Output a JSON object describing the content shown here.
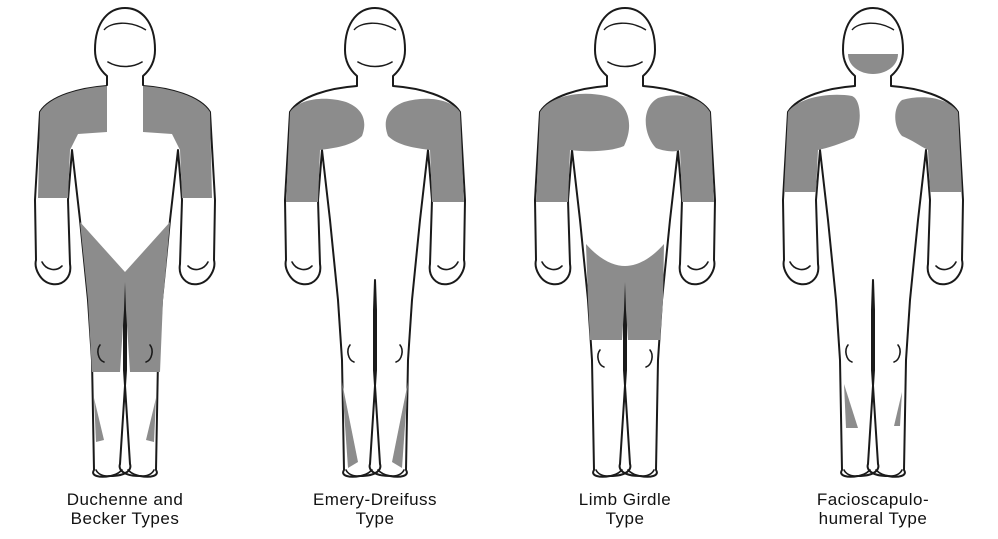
{
  "figures": [
    {
      "caption_line1": "Duchenne and",
      "caption_line2": "Becker Types",
      "regions": [
        "shoulders",
        "upper-arms",
        "hips",
        "thighs",
        "calves-partial"
      ]
    },
    {
      "caption_line1": "Emery-Dreifuss",
      "caption_line2": "Type",
      "regions": [
        "shoulders",
        "upper-arms",
        "shins"
      ]
    },
    {
      "caption_line1": "Limb Girdle",
      "caption_line2": "Type",
      "regions": [
        "shoulders",
        "upper-arms",
        "hips",
        "thighs"
      ]
    },
    {
      "caption_line1": "Facioscapulo-",
      "caption_line2": "humeral Type",
      "regions": [
        "face",
        "shoulders",
        "upper-arms",
        "shins-partial"
      ]
    }
  ],
  "colors": {
    "affected": "#8c8c8c",
    "outline": "#1a1a1a",
    "background": "#ffffff"
  }
}
